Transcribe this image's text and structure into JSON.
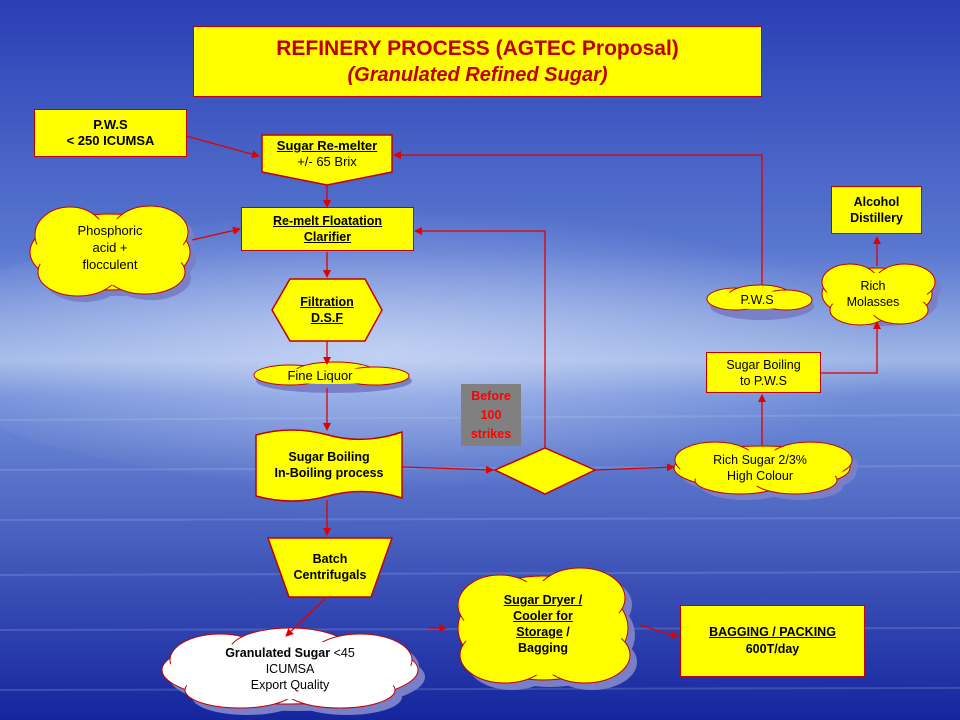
{
  "title": {
    "line1": "REFINERY PROCESS (AGTEC Proposal)",
    "line2": "(Granulated Refined Sugar)"
  },
  "nodes": {
    "pws_input": {
      "line1": "P.W.S",
      "line2": "< 250 ICUMSA"
    },
    "remelter": {
      "line1": "Sugar Re-melter",
      "line2": "+/- 65 Brix"
    },
    "phosphoric": {
      "line1": "Phosphoric",
      "line2": "acid +",
      "line3": "flocculent"
    },
    "floatation": {
      "line1": "Re-melt Floatation",
      "line2": "Clarifier"
    },
    "filtration": {
      "line1": "Filtration",
      "line2": "D.S.F"
    },
    "fine_liquor": {
      "label": "Fine Liquor"
    },
    "sugar_boiling": {
      "line1": "Sugar Boiling",
      "line2": "In-Boiling  process"
    },
    "batch_centrifugals": {
      "line1": "Batch",
      "line2": "Centrifugals"
    },
    "granulated_sugar": {
      "line1a": "Granulated Sugar",
      "line1b": " <45",
      "line2": "ICUMSA",
      "line3": "Export Quality"
    },
    "dryer": {
      "line1": "Sugar Dryer /",
      "line2": "Cooler for",
      "line3a": "Storage",
      "line3b": " /",
      "line4": "Bagging"
    },
    "bagging": {
      "line1": "BAGGING / PACKING",
      "line2": "600T/day"
    },
    "before_strikes": {
      "line1": "Before",
      "line2": "100",
      "line3": "strikes"
    },
    "rich_sugar": {
      "line1": "Rich Sugar 2/3%",
      "line2": "High Colour"
    },
    "sugar_boiling_pws": {
      "line1": "Sugar Boiling",
      "line2": "to P.W.S"
    },
    "pws_cloud": {
      "label": "P.W.S"
    },
    "rich_molasses": {
      "line1": "Rich",
      "line2": "Molasses"
    },
    "alcohol_distillery": {
      "line1": "Alcohol",
      "line2": "Distillery"
    }
  },
  "colors": {
    "box_fill": "#FFFF00",
    "outline": "#C00000",
    "title_text": "#C00000",
    "before_text": "#FF0000",
    "strikes_bg": "#808080",
    "cloud_white": "#FFFFFF",
    "arrow": "#E00000"
  }
}
